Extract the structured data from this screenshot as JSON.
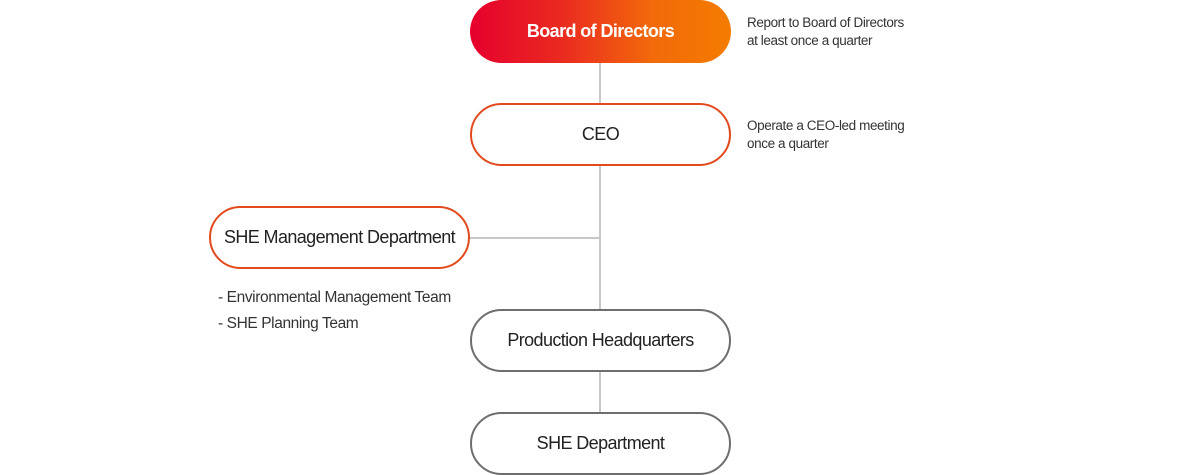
{
  "nodes": {
    "board": "Board of Directors",
    "ceo": "CEO",
    "she_mgmt": "SHE Management Department",
    "production": "Production Headquarters",
    "she_dept": "SHE Department"
  },
  "notes": {
    "board": [
      "Report to Board of Directors",
      "at least once a quarter"
    ],
    "ceo": [
      "Operate a CEO-led meeting",
      "once a quarter"
    ]
  },
  "she_mgmt_teams": [
    "- Environmental Management Team",
    "- SHE Planning Team"
  ],
  "colors": {
    "gradient_start": "#e6002d",
    "gradient_end": "#f47c00",
    "orange_border": "#e24a1e",
    "gray_border": "#6e6e6e",
    "connector": "#c8c8c8"
  }
}
